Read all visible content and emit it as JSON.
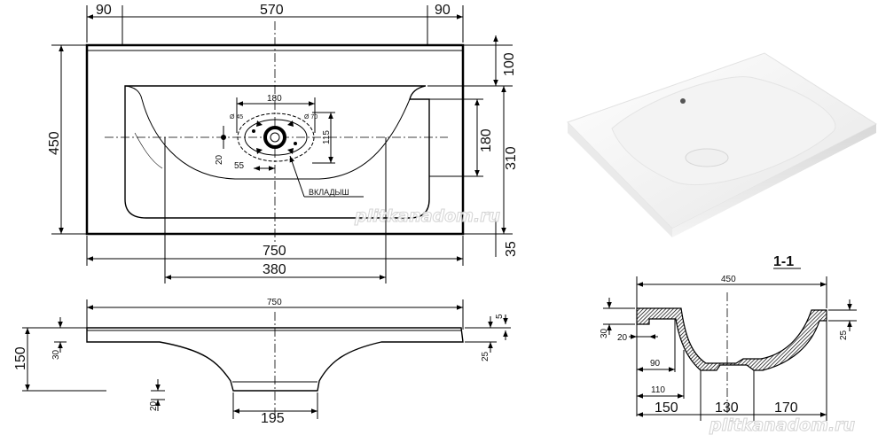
{
  "plan_view": {
    "top_dims": [
      "90",
      "570",
      "90"
    ],
    "right_dims": [
      "100",
      "310",
      "35"
    ],
    "left_dim": "450",
    "overall_width": "750",
    "bowl_width": "380",
    "bowl_depth": "180",
    "drain_spacing": "180",
    "drain_inner_dia": "Ø 45",
    "drain_outer_dia": "Ø 70",
    "drain_height": "115",
    "offset_20": "20",
    "offset_55": "55",
    "insert_label": "ВКЛАДЫШ"
  },
  "side_view": {
    "overall_width": "750",
    "height": "150",
    "top_thickness": "30",
    "base_thickness": "20",
    "base_width": "195",
    "edge_25": "25",
    "edge_5": "5"
  },
  "section_view": {
    "title": "1-1",
    "width": "450",
    "rim_30": "30",
    "rim_20": "20",
    "right_25": "25",
    "inner_90": "90",
    "inner_110": "110",
    "bottom_dims": [
      "150",
      "130",
      "170"
    ]
  },
  "watermark": "plitkanadom.ru",
  "colors": {
    "line": "#000000",
    "background": "#ffffff",
    "watermark": "#cfcfcf"
  }
}
